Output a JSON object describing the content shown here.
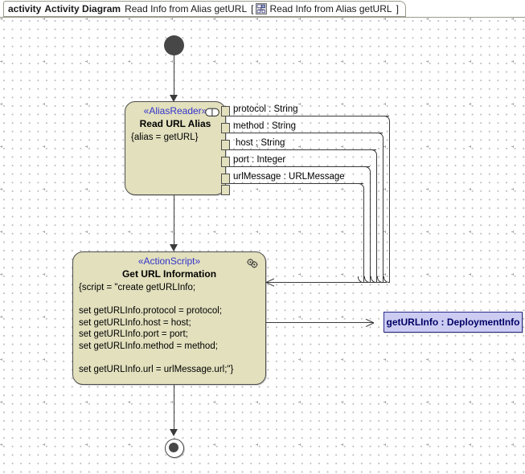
{
  "header": {
    "keyword": "activity",
    "diagram_type": "Activity Diagram",
    "diagram_name": "Read Info from Alias getURL",
    "bracket_open": "[",
    "bracket_close": "]",
    "context_name": "Read Info from Alias getURL",
    "icon": "activity-diagram-icon"
  },
  "diagram": {
    "initial_node": {
      "name": "initial-node"
    },
    "final_node": {
      "name": "activity-final-node"
    },
    "nodes": [
      {
        "id": "read-url-alias",
        "stereotype": "«AliasReader»",
        "title": "Read URL Alias",
        "body": "{alias = getURL}",
        "icon": "call-behavior-pill-icon"
      },
      {
        "id": "get-url-information",
        "stereotype": "«ActionScript»",
        "title": "Get URL Information",
        "body": "{script = \"create getURLInfo;\n\nset getURLInfo.protocol = protocol;\nset getURLInfo.host = host;\nset getURLInfo.port = port;\nset getURLInfo.method = method;\n\nset getURLInfo.url = urlMessage.url;\"}",
        "icon": "gears-icon"
      }
    ],
    "output_pins": [
      {
        "label": "protocol : String"
      },
      {
        "label": "method : String"
      },
      {
        "label": "host : String"
      },
      {
        "label": "port : Integer"
      },
      {
        "label": "urlMessage : URLMessage"
      }
    ],
    "object_node": {
      "label": "getURLInfo : DeploymentInfo"
    }
  },
  "colors": {
    "node_fill": "#e2e0bd",
    "node_border": "#4d4d4d",
    "stereotype_text": "#3333cc",
    "object_fill": "#ccccf2",
    "object_border": "#2b2b8c",
    "object_text": "#000066",
    "edge": "#3a3a3a",
    "canvas_bg": "#ffffff",
    "grid_dot": "#b9b9b9"
  }
}
